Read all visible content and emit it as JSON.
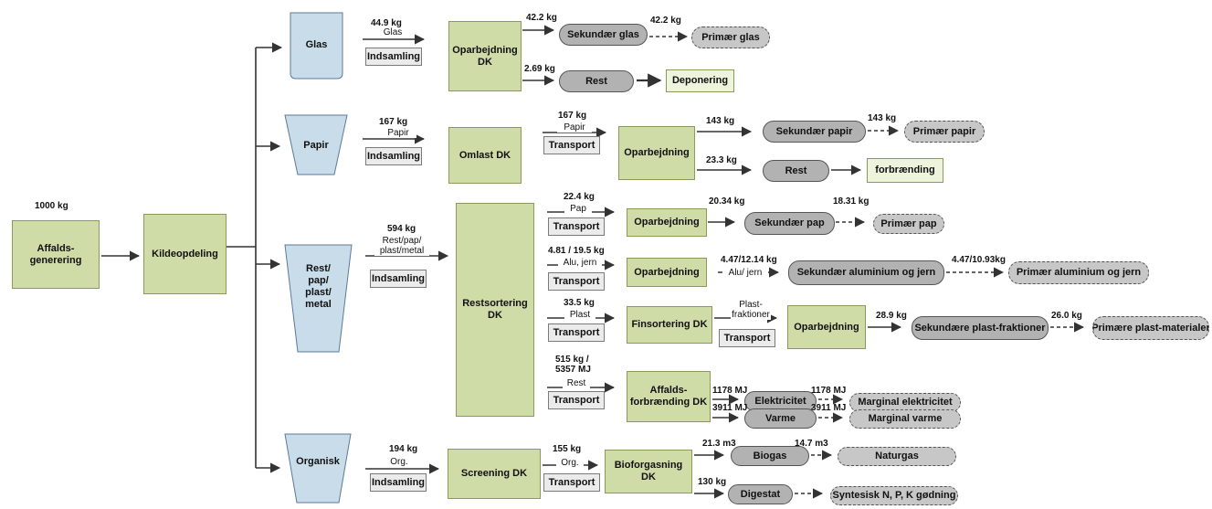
{
  "colors": {
    "process": "#cfdca8",
    "process_light": "#eef3dc",
    "transport": "#ebebeb",
    "product": "#b2b2b2",
    "avoided": "#c7c7c7",
    "container": "#c9dcea"
  },
  "source": {
    "mass": "1000 kg",
    "label": "Affalds-\ngenerering"
  },
  "kildeopdeling": "Kildeopdeling",
  "glas": {
    "container": "Glas",
    "mass": "44.9 kg",
    "flow": "Glas",
    "collect": "Indsamling",
    "process": "Oparbejdning\nDK",
    "out1_mass": "42.2 kg",
    "out1": "Sekundær glas",
    "avoid_mass": "42.2 kg",
    "avoid": "Primær glas",
    "out2_mass": "2.69 kg",
    "out2": "Rest",
    "dest": "Deponering"
  },
  "papir": {
    "container": "Papir",
    "mass": "167 kg",
    "flow": "Papir",
    "collect": "Indsamling",
    "omlast": "Omlast DK",
    "t_mass": "167 kg",
    "t_flow": "Papir",
    "transport": "Transport",
    "process": "Oparbejdning",
    "out1_mass": "143 kg",
    "out1": "Sekundær papir",
    "avoid_mass": "143 kg",
    "avoid": "Primær papir",
    "out2_mass": "23.3 kg",
    "out2": "Rest",
    "dest": "forbrænding"
  },
  "rest": {
    "container": "Rest/\npap/\nplast/\nmetal",
    "mass": "594 kg",
    "flow": "Rest/pap/\nplast/metal",
    "collect": "Indsamling",
    "sort": "Restsortering\nDK",
    "pap": {
      "mass": "22.4 kg",
      "flow": "Pap",
      "transport": "Transport",
      "process": "Oparbejdning",
      "out_mass": "20.34 kg",
      "out": "Sekundær pap",
      "avoid_mass": "18.31 kg",
      "avoid": "Primær pap"
    },
    "alu": {
      "mass": "4.81 / 19.5 kg",
      "flow": "Alu, jern",
      "transport": "Transport",
      "process": "Oparbejdning",
      "out_mass": "4.47/12.14 kg",
      "out_flow": "Alu/ jern",
      "out": "Sekundær aluminium og jern",
      "avoid_mass": "4.47/10.93kg",
      "avoid": "Primær aluminium og jern"
    },
    "plast": {
      "mass": "33.5 kg",
      "flow": "Plast",
      "transport": "Transport",
      "process": "Finsortering DK",
      "sub_flow": "Plast-\nfraktioner",
      "sub_transport": "Transport",
      "process2": "Oparbejdning",
      "out_mass": "28.9 kg",
      "out": "Sekundære plast-fraktioner",
      "avoid_mass": "26.0 kg",
      "avoid": "Primære plast-materialer"
    },
    "restfl": {
      "mass": "515 kg /\n5357 MJ",
      "flow": "Rest",
      "transport": "Transport",
      "process": "Affalds-\nforbrænding DK",
      "el_mass": "1178 MJ",
      "el": "Elektricitet",
      "el_avoid_mass": "1178 MJ",
      "el_avoid": "Marginal elektricitet",
      "heat_mass": "3911 MJ",
      "heat": "Varme",
      "heat_avoid_mass": "3911 MJ",
      "heat_avoid": "Marginal varme"
    }
  },
  "org": {
    "container": "Organisk",
    "mass": "194 kg",
    "flow": "Org.",
    "collect": "Indsamling",
    "screen": "Screening DK",
    "t_mass": "155 kg",
    "t_flow": "Org.",
    "transport": "Transport",
    "process": "Bioforgasning\nDK",
    "biogas_mass": "21.3 m3",
    "biogas": "Biogas",
    "natgas_mass": "14.7 m3",
    "natgas": "Naturgas",
    "dig_mass": "130 kg",
    "dig": "Digestat",
    "dig_avoid": "Syntesisk N, P, K gødning"
  }
}
